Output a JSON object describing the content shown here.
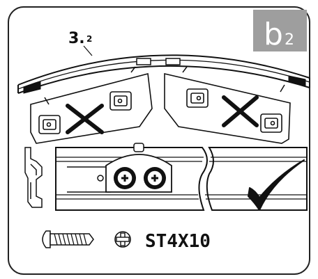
{
  "badge": {
    "letter": "b",
    "sub": "2",
    "color": "#9e9e9e"
  },
  "step": {
    "number": "3.",
    "sub": "2"
  },
  "panels": {
    "wrong_left": {
      "status": "incorrect",
      "mark": "cross-icon"
    },
    "wrong_right": {
      "status": "incorrect",
      "mark": "cross-icon"
    },
    "detail": {
      "status": "correct",
      "mark": "checkmark-icon"
    }
  },
  "legend": {
    "screw_icon": "screw-side-icon",
    "head_icon": "phillips-head-icon",
    "code": "ST4X10"
  },
  "colors": {
    "line": "#111111",
    "badge": "#9e9e9e",
    "paper": "#ffffff"
  }
}
